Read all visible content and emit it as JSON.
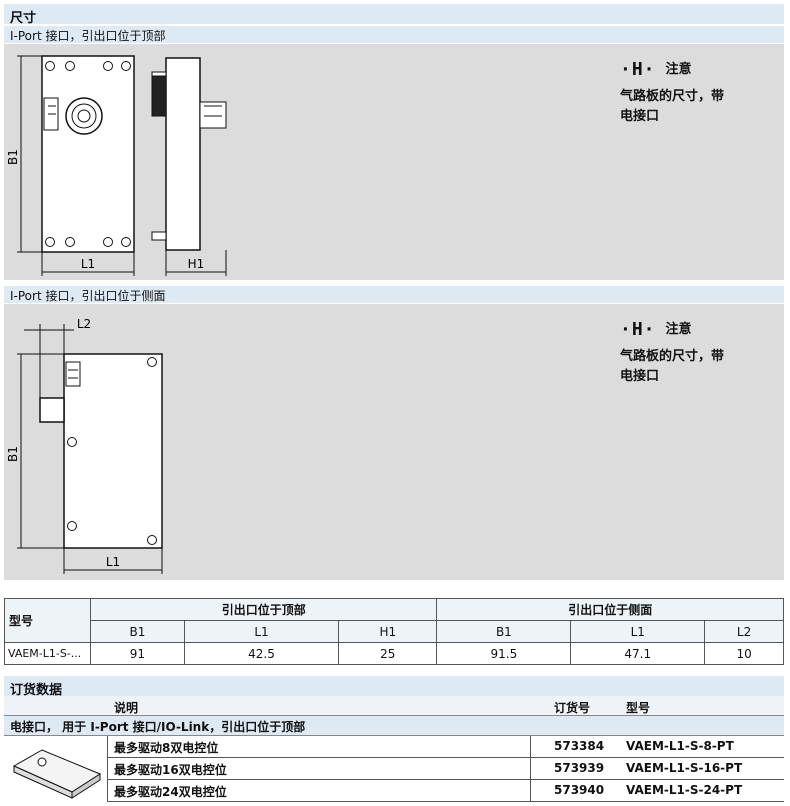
{
  "section_title": "尺寸",
  "top_view": {
    "subtitle": "I-Port 接口，引出口位于顶部",
    "labels": {
      "b1": "B1",
      "l1": "L1",
      "h1": "H1"
    },
    "note": {
      "title": "注意",
      "body_line1": "气路板的尺寸，带",
      "body_line2": "电接口"
    }
  },
  "side_view": {
    "subtitle": "I-Port 接口，引出口位于侧面",
    "labels": {
      "b1": "B1",
      "l1": "L1",
      "l2": "L2"
    },
    "note": {
      "title": "注意",
      "body_line1": "气路板的尺寸，带",
      "body_line2": "电接口"
    }
  },
  "dim_table": {
    "col_model": "型号",
    "group_top": "引出口位于顶部",
    "group_side": "引出口位于侧面",
    "sub_headers": [
      "B1",
      "L1",
      "H1",
      "B1",
      "L1",
      "L2"
    ],
    "rows": [
      {
        "model": "VAEM-L1-S-...",
        "values": [
          "91",
          "42.5",
          "25",
          "91.5",
          "47.1",
          "10"
        ]
      }
    ]
  },
  "order": {
    "title": "订货数据",
    "col_desc": "说明",
    "col_pn": "订货号",
    "col_type": "型号",
    "group": "电接口， 用于 I-Port 接口/IO-Link，引出口位于顶部",
    "items": [
      {
        "desc": "最多驱动8双电控位",
        "pn": "573384",
        "type": "VAEM-L1-S-8-PT"
      },
      {
        "desc": "最多驱动16双电控位",
        "pn": "573939",
        "type": "VAEM-L1-S-16-PT"
      },
      {
        "desc": "最多驱动24双电控位",
        "pn": "573940",
        "type": "VAEM-L1-S-24-PT"
      }
    ]
  }
}
